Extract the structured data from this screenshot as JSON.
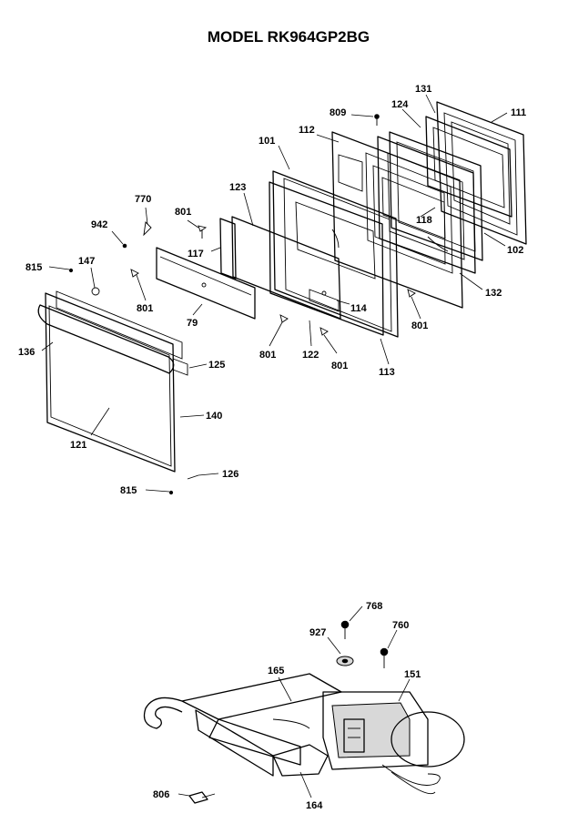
{
  "title": "MODEL RK964GP2BG",
  "labels": {
    "p111": "111",
    "p131": "131",
    "p124": "124",
    "p809": "809",
    "p112": "112",
    "p101": "101",
    "p118": "118",
    "p102": "102",
    "p132": "132",
    "p801_d": "801",
    "p113": "113",
    "p114": "114",
    "p122": "122",
    "p801_c": "801",
    "p801_e": "801",
    "p123": "123",
    "p801_a": "801",
    "p117": "117",
    "p770": "770",
    "p942": "942",
    "p147": "147",
    "p815_a": "815",
    "p801_b": "801",
    "p79": "79",
    "p136": "136",
    "p125": "125",
    "p140": "140",
    "p121": "121",
    "p126": "126",
    "p815_b": "815",
    "p768": "768",
    "p760": "760",
    "p927": "927",
    "p165": "165",
    "p151": "151",
    "p806": "806",
    "p164": "164"
  }
}
